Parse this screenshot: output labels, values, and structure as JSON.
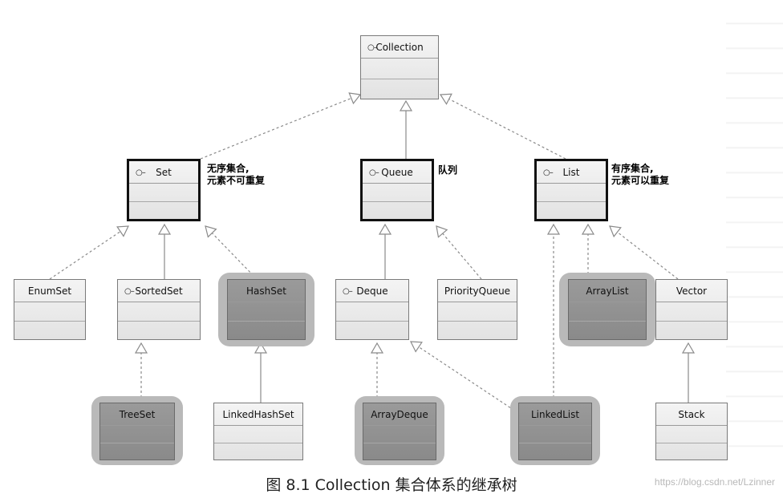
{
  "nodes": {
    "collection": {
      "label": "Collection",
      "icon": "○–"
    },
    "set": {
      "label": "Set",
      "icon": "○–"
    },
    "queue": {
      "label": "Queue",
      "icon": "○–"
    },
    "list": {
      "label": "List",
      "icon": "○–"
    },
    "enumset": {
      "label": "EnumSet"
    },
    "sortedset": {
      "label": "SortedSet",
      "icon": "○–"
    },
    "hashset": {
      "label": "HashSet"
    },
    "deque": {
      "label": "Deque",
      "icon": "○–"
    },
    "priorityqueue": {
      "label": "PriorityQueue"
    },
    "arraylist": {
      "label": "ArrayList"
    },
    "vector": {
      "label": "Vector"
    },
    "treeset": {
      "label": "TreeSet"
    },
    "linkedhashset": {
      "label": "LinkedHashSet"
    },
    "arraydeque": {
      "label": "ArrayDeque"
    },
    "linkedlist": {
      "label": "LinkedList"
    },
    "stack": {
      "label": "Stack"
    }
  },
  "notes": {
    "set_line1": "无序集合,",
    "set_line2": "元素不可重复",
    "queue": "队列",
    "list_line1": "有序集合,",
    "list_line2": "元素可以重复"
  },
  "caption": "图 8.1    Collection 集合体系的继承树",
  "watermark": "https://blog.csdn.net/Lzinner",
  "colors": {
    "box_light": "#e8e8e8",
    "box_dark": "#909090",
    "halo": "#b9b9b9",
    "edge": "#8a8a8a"
  }
}
